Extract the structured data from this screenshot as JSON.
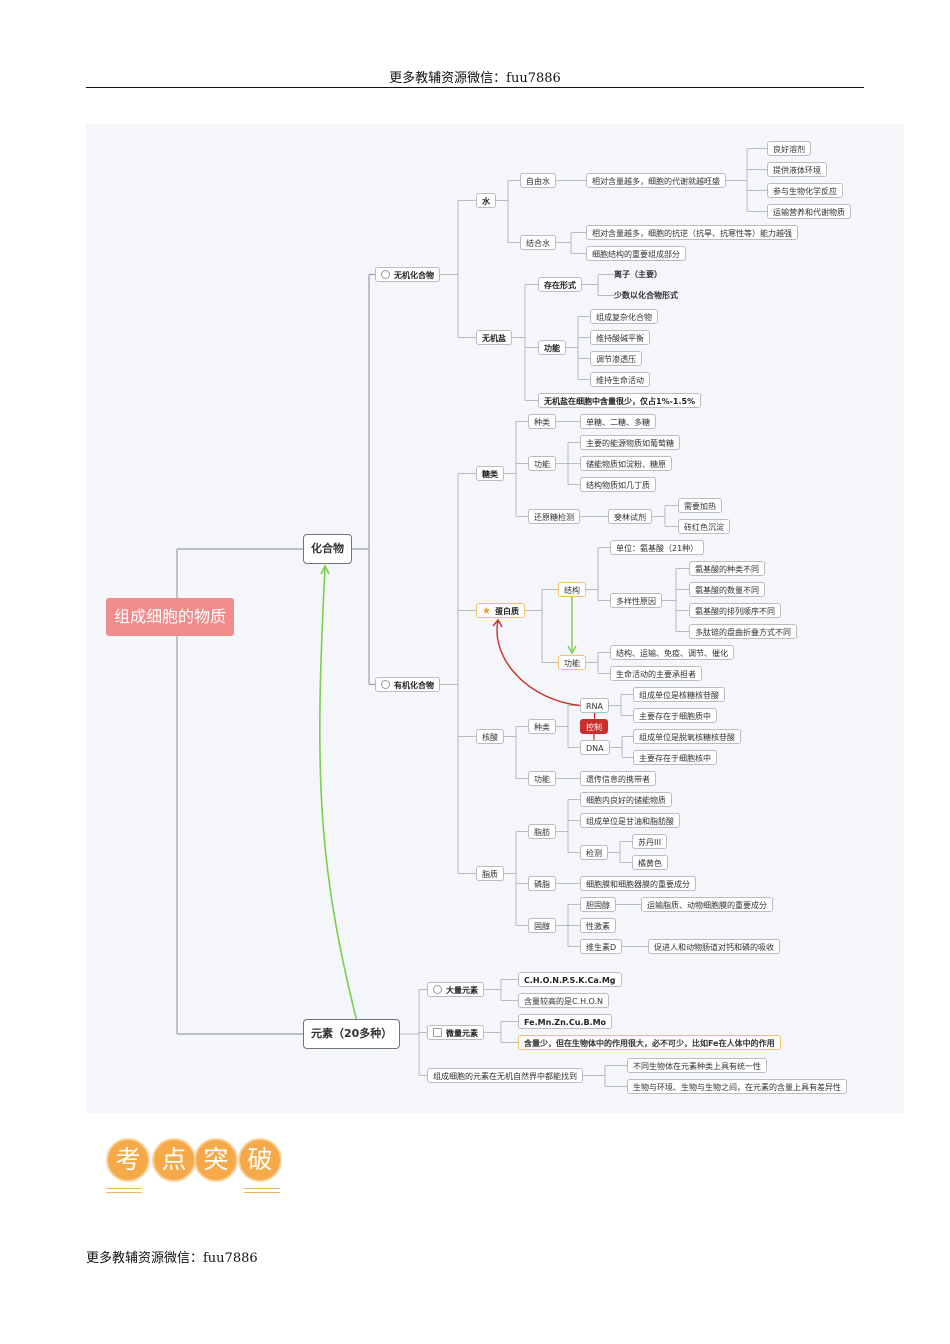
{
  "header_text": "更多教辅资源微信：fuu7886",
  "footer_text": "更多教辅资源微信：fuu7886",
  "badge_chars": [
    "考",
    "点",
    "突",
    "破"
  ],
  "colors": {
    "root": "#f28b8b",
    "accent_green": "#7ccf4a",
    "accent_red": "#c9302c",
    "highlight": "#f2c26a",
    "badge": "#f6a949"
  },
  "map": {
    "root": "组成细胞的物质",
    "compounds": "化合物",
    "elements": "元素（20多种）",
    "inorganic": "无机化合物",
    "organic": "有机化合物",
    "water": "水",
    "free_water": "自由水",
    "free_water_desc": "相对含量越多，细胞的代谢就越旺盛",
    "free_water_roles": [
      "良好溶剂",
      "提供液体环境",
      "参与生物化学反应",
      "运输营养和代谢物质"
    ],
    "bound_water": "结合水",
    "bound_water_items": [
      "相对含量越多，细胞的抗逆（抗旱、抗寒性等）能力越强",
      "细胞结构的重要组成部分"
    ],
    "salt": "无机盐",
    "salt_form": "存在形式",
    "salt_form_items": [
      "离子（主要）",
      "少数以化合物形式"
    ],
    "salt_func": "功能",
    "salt_func_items": [
      "组成复杂化合物",
      "维持酸碱平衡",
      "调节渗透压",
      "维持生命活动"
    ],
    "salt_content": "无机盐在细胞中含量很少，仅占1%-1.5%",
    "sugar": "糖类",
    "sugar_kind": "种类",
    "sugar_kind_desc": "单糖、二糖、多糖",
    "sugar_func": "功能",
    "sugar_func_items": [
      "主要的能源物质如葡萄糖",
      "储能物质如淀粉、糖原",
      "结构物质如几丁质"
    ],
    "sugar_test": "还原糖检测",
    "fehling": "斐林试剂",
    "fehling_items": [
      "需要加热",
      "砖红色沉淀"
    ],
    "protein": "蛋白质",
    "protein_struct": "结构",
    "protein_unit": "单位：氨基酸（21种）",
    "protein_diversity": "多样性原因",
    "protein_diversity_items": [
      "氨基酸的种类不同",
      "氨基酸的数量不同",
      "氨基酸的排列顺序不同",
      "多肽链的盘曲折叠方式不同"
    ],
    "protein_func": "功能",
    "protein_func_items": [
      "结构、运输、免疫、调节、催化",
      "生命活动的主要承担者"
    ],
    "nucleic": "核酸",
    "nucleic_kind": "种类",
    "rna": "RNA",
    "control": "控制",
    "dna": "DNA",
    "rna_items": [
      "组成单位是核糖核苷酸",
      "主要存在于细胞质中"
    ],
    "dna_items": [
      "组成单位是脱氧核糖核苷酸",
      "主要存在于细胞核中"
    ],
    "nucleic_func": "功能",
    "nucleic_func_desc": "遗传信息的携带者",
    "lipid": "脂质",
    "fat": "脂肪",
    "fat_items": [
      "细胞内良好的储能物质",
      "组成单位是甘油和脂肪酸"
    ],
    "fat_test": "检测",
    "fat_test_items": [
      "苏丹III",
      "橘黄色"
    ],
    "phospholipid": "磷脂",
    "phospholipid_desc": "细胞膜和细胞器膜的重要成分",
    "sterol": "固醇",
    "cholesterol": "胆固醇",
    "cholesterol_desc": "运输脂质、动物细胞膜的重要成分",
    "sex_hormone": "性激素",
    "vitamin_d": "维生素D",
    "vitamin_d_desc": "促进人和动物肠道对钙和磷的吸收",
    "macro": "大量元素",
    "macro_items": [
      "C.H.O.N.P.S.K.Ca.Mg",
      "含量较高的是C.H.O.N"
    ],
    "micro": "微量元素",
    "micro_items": [
      "Fe.Mn.Zn.Cu.B.Mo",
      "含量少，但在生物体中的作用很大，必不可少，比如Fe在人体中的作用"
    ],
    "nature": "组成细胞的元素在无机自然界中都能找到",
    "nature_items": [
      "不同生物体在元素种类上具有统一性",
      "生物与环境、生物与生物之间，在元素的含量上具有差异性"
    ]
  }
}
